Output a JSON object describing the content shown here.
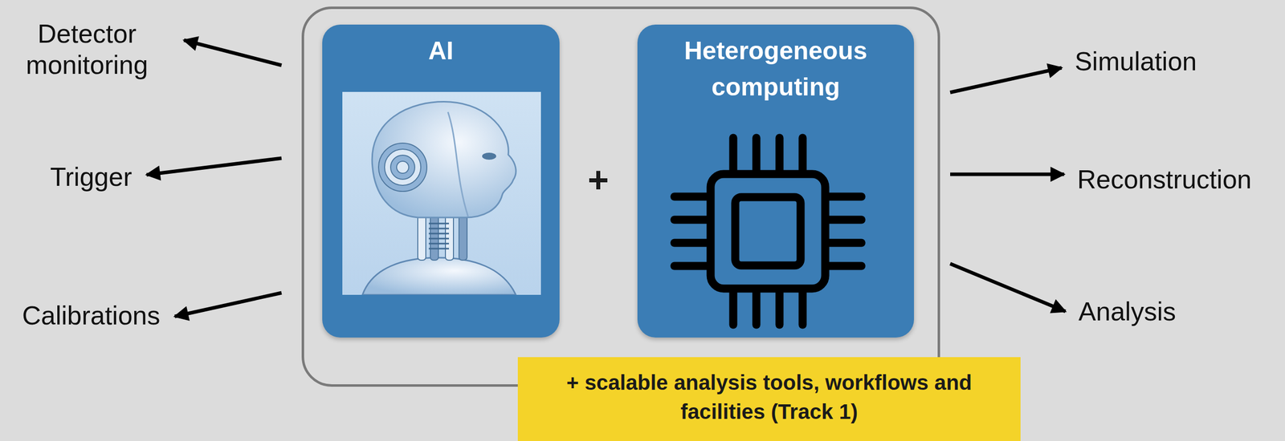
{
  "diagram": {
    "nodes": [
      {
        "text": [
          "+ scalable analysis tools, workflows and facilities (Track 1)"
        ]
      },
      {
        "text": [
          "AI"
        ],
        "in": 0
      },
      {
        "text": [
          "Heterogeneous computing"
        ],
        "in": 0
      },
      {
        "text": [
          "Detector monitoring"
        ]
      },
      {
        "text": [
          "Trigger"
        ]
      },
      {
        "text": [
          "Calibrations"
        ]
      },
      {
        "text": [
          "Simulation"
        ]
      },
      {
        "text": [
          "Reconstruction"
        ]
      },
      {
        "text": [
          "Analysis"
        ]
      }
    ],
    "edges": [
      {
        "from": 0,
        "to": 3,
        "arrow": "to"
      },
      {
        "from": 0,
        "to": 4,
        "arrow": "to"
      },
      {
        "from": 0,
        "to": 5,
        "arrow": "to"
      },
      {
        "from": 0,
        "to": 6,
        "arrow": "to"
      },
      {
        "from": 0,
        "to": 7,
        "arrow": "to"
      },
      {
        "from": 0,
        "to": 8,
        "arrow": "to"
      }
    ],
    "labels": [
      "+"
    ]
  }
}
